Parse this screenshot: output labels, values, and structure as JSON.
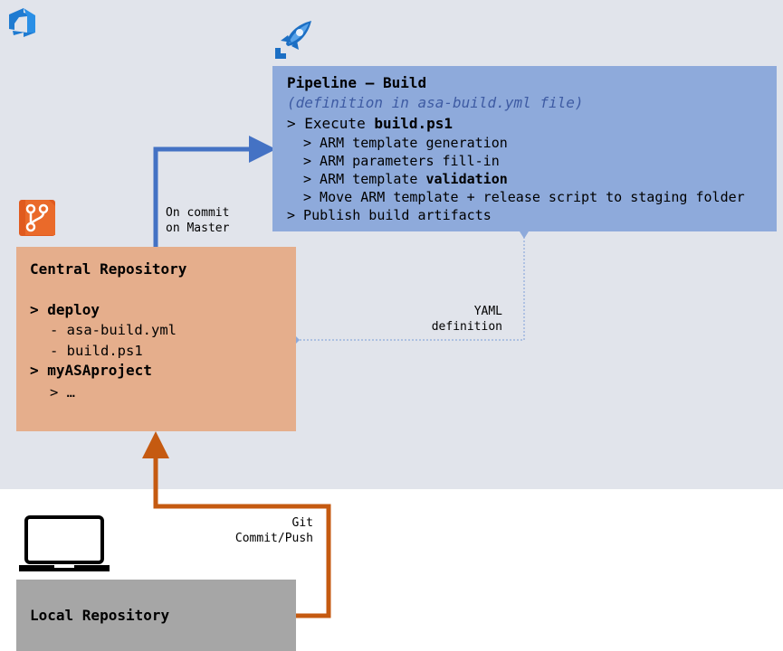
{
  "pipeline": {
    "title": "Pipeline – Build",
    "subtitle": "(definition in asa-build.yml file)",
    "execute_prefix": "> Execute ",
    "execute_script": "build.ps1",
    "steps": [
      "> ARM template generation",
      "> ARM parameters fill-in"
    ],
    "validation_prefix": "> ARM template ",
    "validation_word": "validation",
    "move_step": "> Move ARM template + release script to staging folder",
    "publish": "> Publish build artifacts"
  },
  "central_repo": {
    "title": "Central Repository",
    "deploy_label": "> deploy",
    "deploy_files": [
      "- asa-build.yml",
      "- build.ps1"
    ],
    "project_label": "> myASAproject",
    "project_more": "> …"
  },
  "local_repo": {
    "title": "Local Repository"
  },
  "edges": {
    "on_commit": [
      "On commit",
      "on Master"
    ],
    "yaml_def": [
      "YAML",
      "definition"
    ],
    "git_push": [
      "Git",
      "Commit/Push"
    ]
  },
  "colors": {
    "blue_arrow": "#4472c4",
    "orange_arrow": "#c55a11",
    "dotted": "#8eaadb"
  },
  "icons": [
    "azure-devops-icon",
    "azure-pipelines-icon",
    "azure-repos-icon",
    "laptop-icon"
  ]
}
